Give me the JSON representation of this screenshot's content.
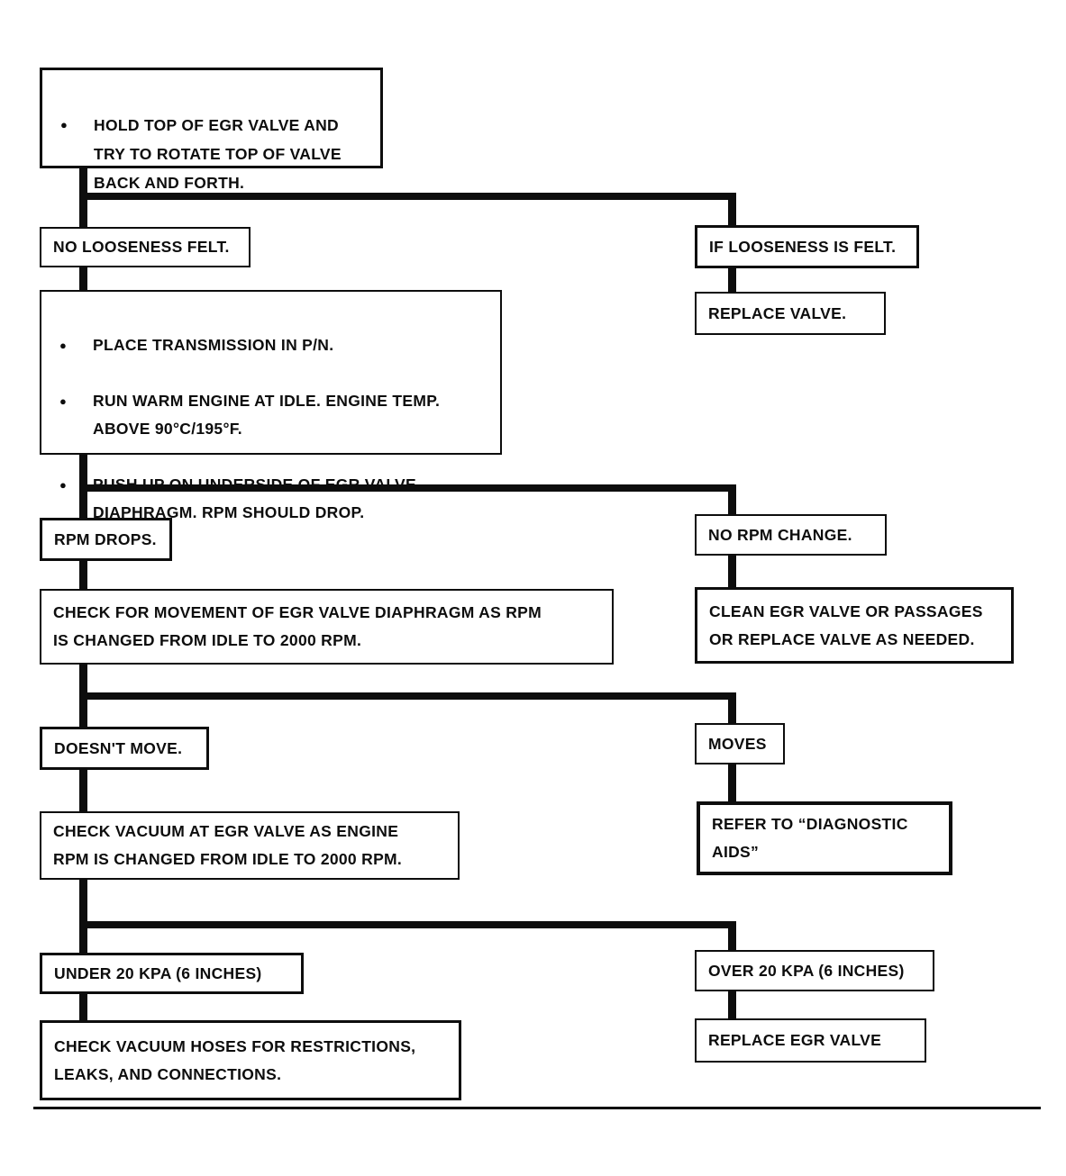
{
  "flowchart": {
    "description": "EGR valve diagnostic flowchart",
    "bullet_glyph": "●",
    "colors": {
      "ink": "#0d0d0d",
      "background": "#ffffff"
    },
    "nodes": {
      "hold_top": {
        "bullet_text": "HOLD TOP OF EGR VALVE AND\nTRY TO ROTATE TOP OF VALVE\nBACK AND FORTH."
      },
      "no_looseness": {
        "text": "NO LOOSENESS FELT."
      },
      "if_looseness": {
        "text": "IF LOOSENESS IS FELT."
      },
      "replace_valve": {
        "text": "REPLACE VALVE."
      },
      "prep": {
        "bullets": [
          "PLACE TRANSMISSION IN P/N.",
          "RUN WARM ENGINE AT IDLE. ENGINE TEMP.\nABOVE 90°C/195°F.",
          "PUSH UP ON UNDERSIDE OF EGR VALVE\nDIAPHRAGM.  RPM SHOULD DROP."
        ]
      },
      "rpm_drops": {
        "text": "RPM DROPS."
      },
      "no_rpm_change": {
        "text": "NO RPM CHANGE."
      },
      "check_movement": {
        "text": "CHECK FOR MOVEMENT OF EGR VALVE DIAPHRAGM AS RPM\nIS CHANGED FROM IDLE TO 2000 RPM."
      },
      "clean_egr": {
        "text": "CLEAN EGR VALVE OR PASSAGES\nOR REPLACE VALVE AS NEEDED."
      },
      "doesnt_move": {
        "text": "DOESN'T MOVE."
      },
      "moves": {
        "text": "MOVES"
      },
      "check_vacuum": {
        "text": "CHECK VACUUM AT EGR VALVE AS ENGINE\nRPM IS CHANGED FROM IDLE TO 2000 RPM."
      },
      "refer_diagnostic": {
        "text": "REFER TO “DIAGNOSTIC\nAIDS”"
      },
      "under_20": {
        "text": "UNDER 20 KPA (6 INCHES)"
      },
      "over_20": {
        "text": "OVER 20 KPA (6 INCHES)"
      },
      "check_hoses": {
        "text": "CHECK VACUUM HOSES FOR RESTRICTIONS,\nLEAKS, AND CONNECTIONS."
      },
      "replace_egr": {
        "text": "REPLACE EGR VALVE"
      }
    }
  }
}
